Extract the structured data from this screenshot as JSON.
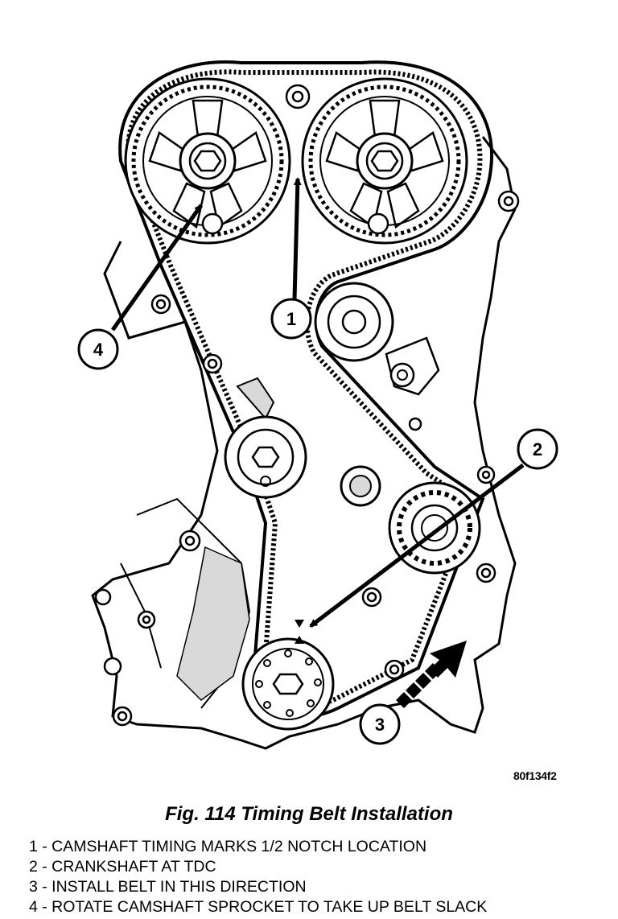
{
  "figure": {
    "reference_code": "80f134f2",
    "caption": "Fig. 114 Timing Belt Installation",
    "callouts": [
      {
        "number": "1",
        "text": "1 - CAMSHAFT TIMING MARKS 1/2 NOTCH LOCATION"
      },
      {
        "number": "2",
        "text": "2 - CRANKSHAFT AT TDC"
      },
      {
        "number": "3",
        "text": "3 - INSTALL BELT IN THIS DIRECTION"
      },
      {
        "number": "4",
        "text": "4 - ROTATE CAMSHAFT SPROCKET TO TAKE UP BELT SLACK"
      }
    ]
  },
  "colors": {
    "line": "#000000",
    "background": "#ffffff",
    "shade": "#d9d9d9"
  }
}
